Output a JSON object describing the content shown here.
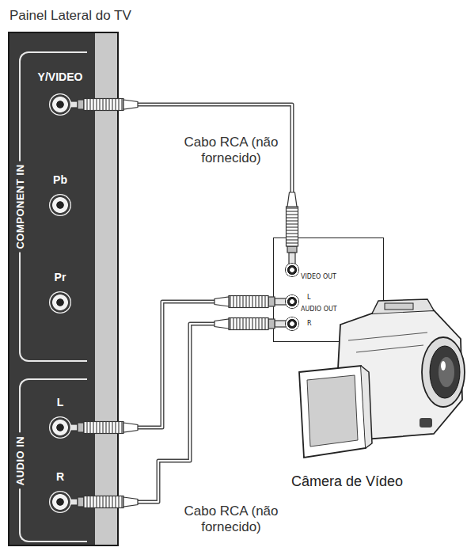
{
  "diagram": {
    "nodes": [
      {
        "text": [
          "Painel Lateral do TV"
        ]
      },
      {
        "text": [
          "COMPONENT IN",
          "Y/VIDEO",
          "Pb",
          "Pr"
        ],
        "in": 0
      },
      {
        "text": [
          "AUDIO IN",
          "L",
          "R"
        ],
        "in": 0
      },
      {
        "text": [
          "VIDEO OUT",
          "L",
          "AUDIO OUT",
          "R"
        ]
      }
    ],
    "edges": [
      {
        "from": 3,
        "to": 1,
        "arrow": "none",
        "label": "Cabo RCA (não fornecido)"
      },
      {
        "from": 3,
        "to": 2,
        "arrow": "none",
        "label": "Cabo RCA (não fornecido)"
      }
    ],
    "labels": [
      "Câmera de Vídeo"
    ]
  }
}
